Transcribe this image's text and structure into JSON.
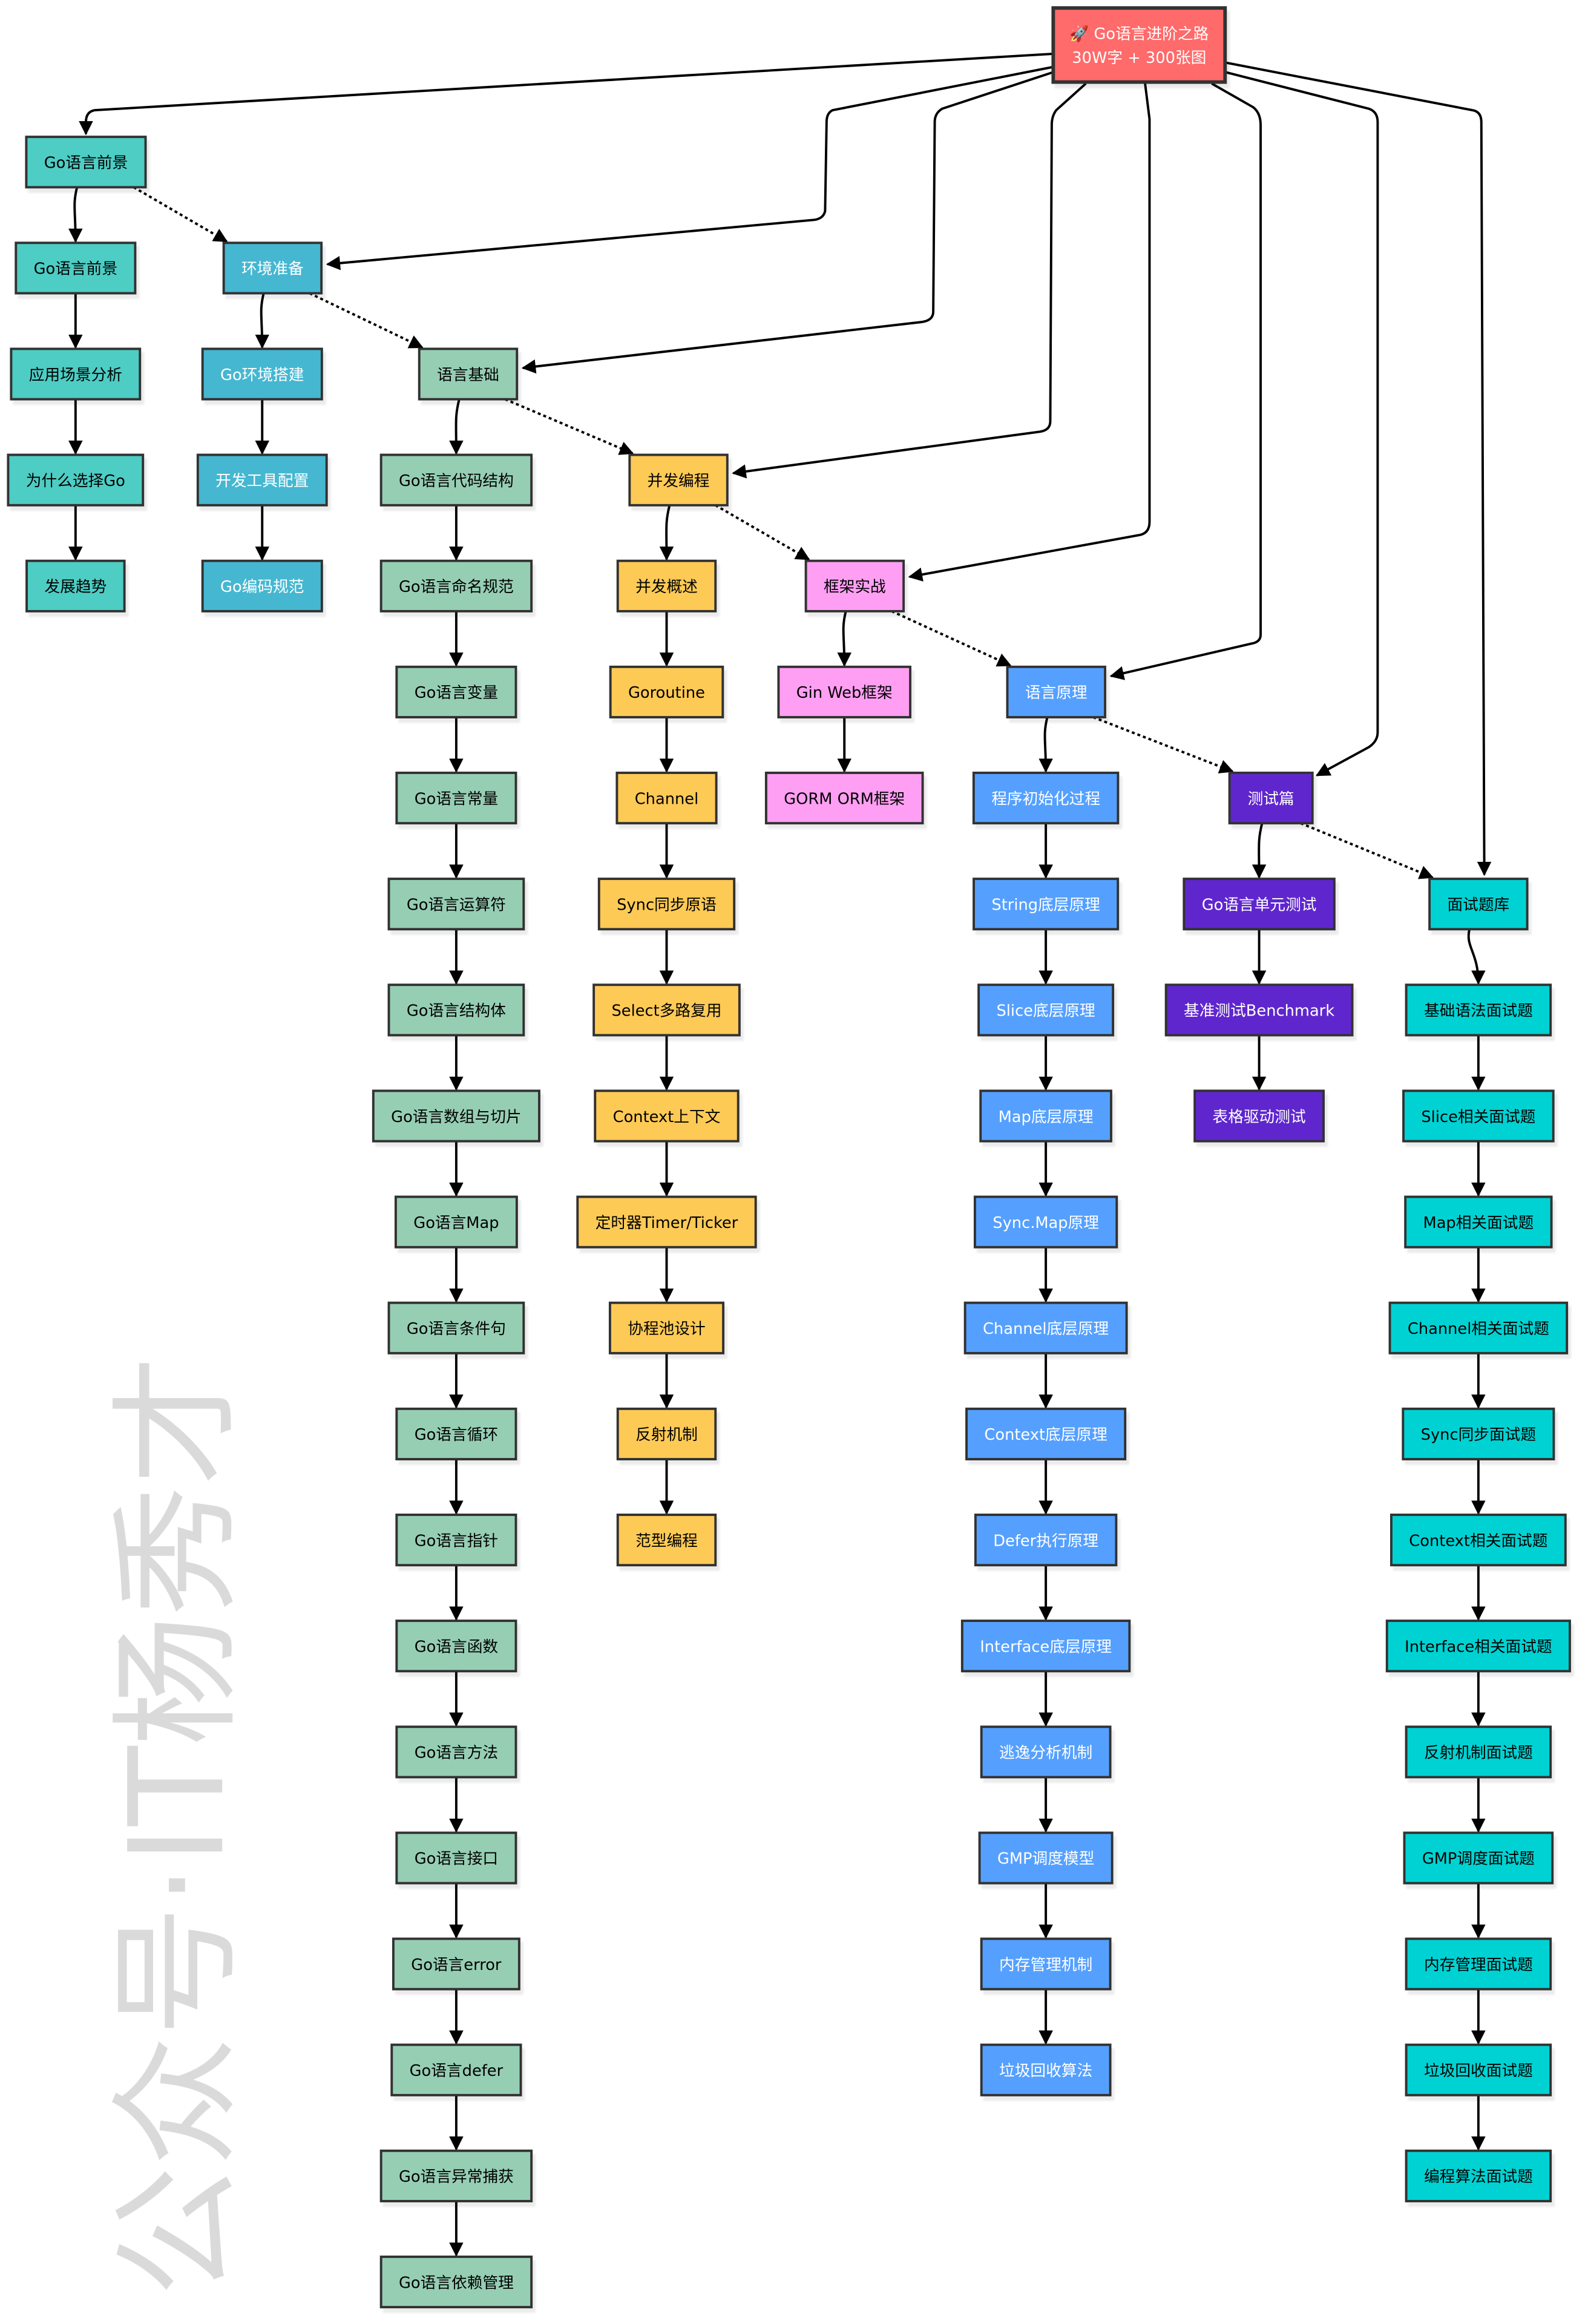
{
  "root": {
    "line1": "🚀 Go语言进阶之路",
    "line2": "30W字 + 300张图",
    "color": "#ff6b6b",
    "text_color": "#ffffff"
  },
  "watermark": "公众号·IT杨秀才",
  "sections": [
    {
      "id": "intro",
      "head": "Go语言前景",
      "color": "#4ecdc4",
      "text_color": "#000000",
      "items": [
        "Go语言前景",
        "应用场景分析",
        "为什么选择Go",
        "发展趋势"
      ]
    },
    {
      "id": "env",
      "head": "环境准备",
      "color": "#45b7d1",
      "text_color": "#ffffff",
      "items": [
        "Go环境搭建",
        "开发工具配置",
        "Go编码规范"
      ]
    },
    {
      "id": "basic",
      "head": "语言基础",
      "color": "#96ceb4",
      "text_color": "#000000",
      "items": [
        "Go语言代码结构",
        "Go语言命名规范",
        "Go语言变量",
        "Go语言常量",
        "Go语言运算符",
        "Go语言结构体",
        "Go语言数组与切片",
        "Go语言Map",
        "Go语言条件句",
        "Go语言循环",
        "Go语言指针",
        "Go语言函数",
        "Go语言方法",
        "Go语言接口",
        "Go语言error",
        "Go语言defer",
        "Go语言异常捕获",
        "Go语言依赖管理"
      ]
    },
    {
      "id": "concurrency",
      "head": "并发编程",
      "color": "#feca57",
      "text_color": "#000000",
      "items": [
        "并发概述",
        "Goroutine",
        "Channel",
        "Sync同步原语",
        "Select多路复用",
        "Context上下文",
        "定时器Timer/Ticker",
        "协程池设计",
        "反射机制",
        "范型编程"
      ]
    },
    {
      "id": "framework",
      "head": "框架实战",
      "color": "#ff9ff3",
      "text_color": "#000000",
      "items": [
        "Gin Web框架",
        "GORM ORM框架"
      ]
    },
    {
      "id": "principle",
      "head": "语言原理",
      "color": "#54a0ff",
      "text_color": "#ffffff",
      "items": [
        "程序初始化过程",
        "String底层原理",
        "Slice底层原理",
        "Map底层原理",
        "Sync.Map原理",
        "Channel底层原理",
        "Context底层原理",
        "Defer执行原理",
        "Interface底层原理",
        "逃逸分析机制",
        "GMP调度模型",
        "内存管理机制",
        "垃圾回收算法"
      ]
    },
    {
      "id": "testing",
      "head": "测试篇",
      "color": "#5f27cd",
      "text_color": "#ffffff",
      "items": [
        "Go语言单元测试",
        "基准测试Benchmark",
        "表格驱动测试"
      ]
    },
    {
      "id": "interview",
      "head": "面试题库",
      "color": "#00d2d3",
      "text_color": "#000000",
      "items": [
        "基础语法面试题",
        "Slice相关面试题",
        "Map相关面试题",
        "Channel相关面试题",
        "Sync同步面试题",
        "Context相关面试题",
        "Interface相关面试题",
        "反射机制面试题",
        "GMP调度面试题",
        "内存管理面试题",
        "垃圾回收面试题",
        "编程算法面试题"
      ]
    }
  ]
}
